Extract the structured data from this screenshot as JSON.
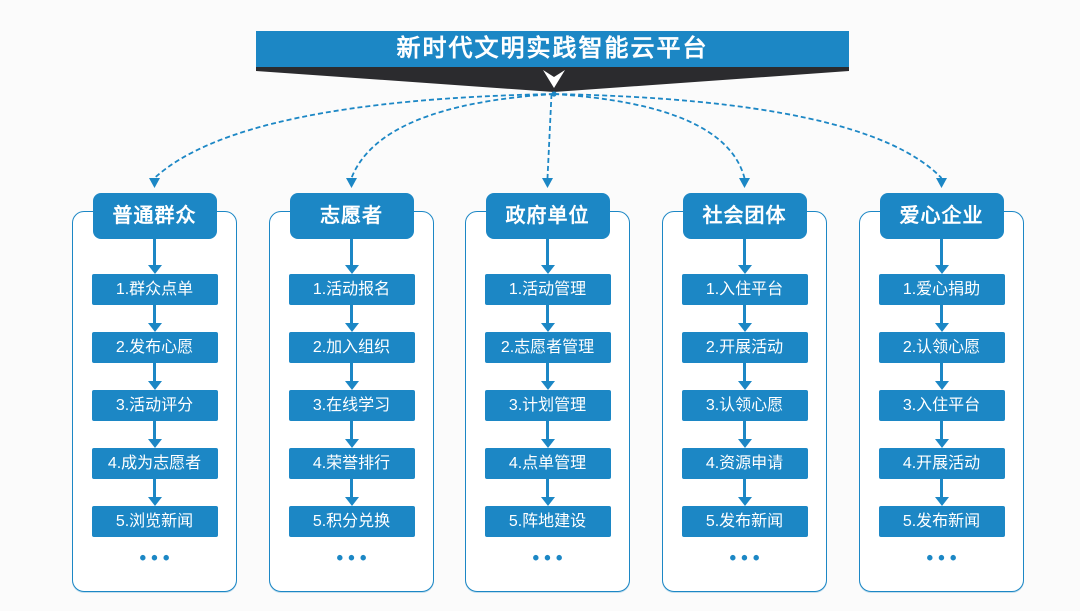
{
  "title": "新时代文明实践智能云平台",
  "colors": {
    "primary": "#1c87c5",
    "dark": "#2b2b2e",
    "bg": "#fbfbfb",
    "white": "#ffffff"
  },
  "columns": [
    {
      "header": "普通群众",
      "items": [
        "1.群众点单",
        "2.发布心愿",
        "3.活动评分",
        "4.成为志愿者",
        "5.浏览新闻"
      ],
      "more": "•••"
    },
    {
      "header": "志愿者",
      "items": [
        "1.活动报名",
        "2.加入组织",
        "3.在线学习",
        "4.荣誉排行",
        "5.积分兑换"
      ],
      "more": "•••"
    },
    {
      "header": "政府单位",
      "items": [
        "1.活动管理",
        "2.志愿者管理",
        "3.计划管理",
        "4.点单管理",
        "5.阵地建设"
      ],
      "more": "•••"
    },
    {
      "header": "社会团体",
      "items": [
        "1.入住平台",
        "2.开展活动",
        "3.认领心愿",
        "4.资源申请",
        "5.发布新闻"
      ],
      "more": "•••"
    },
    {
      "header": "爱心企业",
      "items": [
        "1.爱心捐助",
        "2.认领心愿",
        "3.入住平台",
        "4.开展活动",
        "5.发布新闻"
      ],
      "more": "•••"
    }
  ]
}
